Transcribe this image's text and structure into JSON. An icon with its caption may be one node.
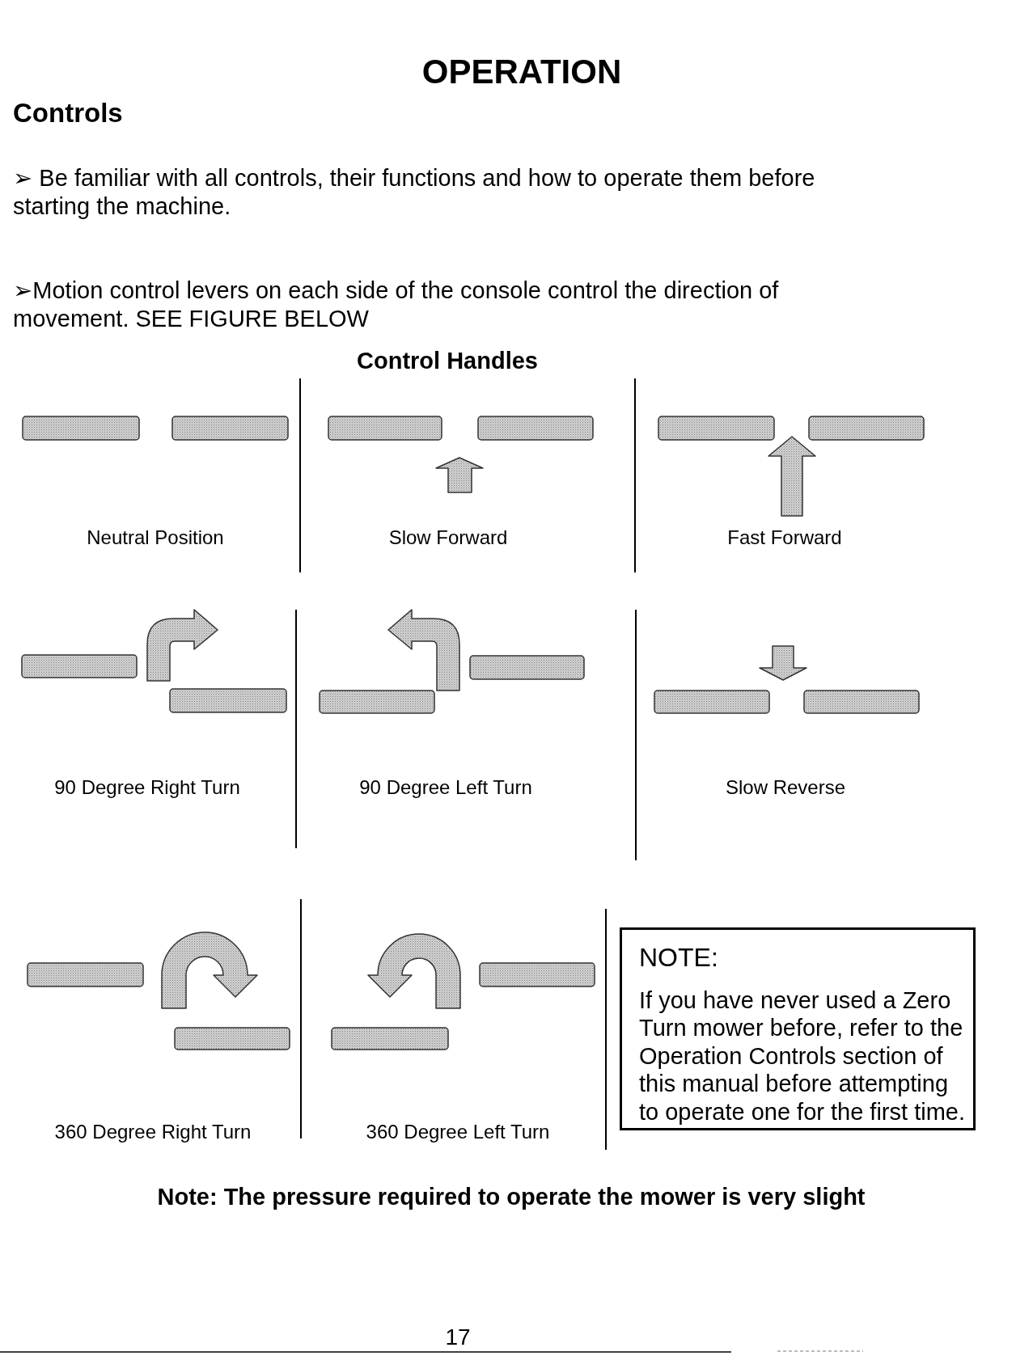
{
  "diagram": {
    "title": "OPERATION",
    "nodes": [
      {
        "text": [
          "NOTE:",
          "If you have never used a Zero Turn mower before, refer to the Operation Controls section of this manual before attempting to operate one for the first time."
        ]
      }
    ],
    "labels": [
      "Controls",
      "➢ Be familiar with all controls, their functions and how to operate them before starting the machine.",
      "➢Motion control levers on each side of the console control the direction of movement. SEE FIGURE BELOW",
      "Control Handles",
      "Neutral Position",
      "Slow Forward",
      "Fast Forward",
      "90 Degree Right Turn",
      "90 Degree Left Turn",
      "Slow Reverse",
      "360 Degree Right Turn",
      "360 Degree Left Turn",
      "Note: The pressure required to operate the mower is very slight",
      "17"
    ]
  }
}
